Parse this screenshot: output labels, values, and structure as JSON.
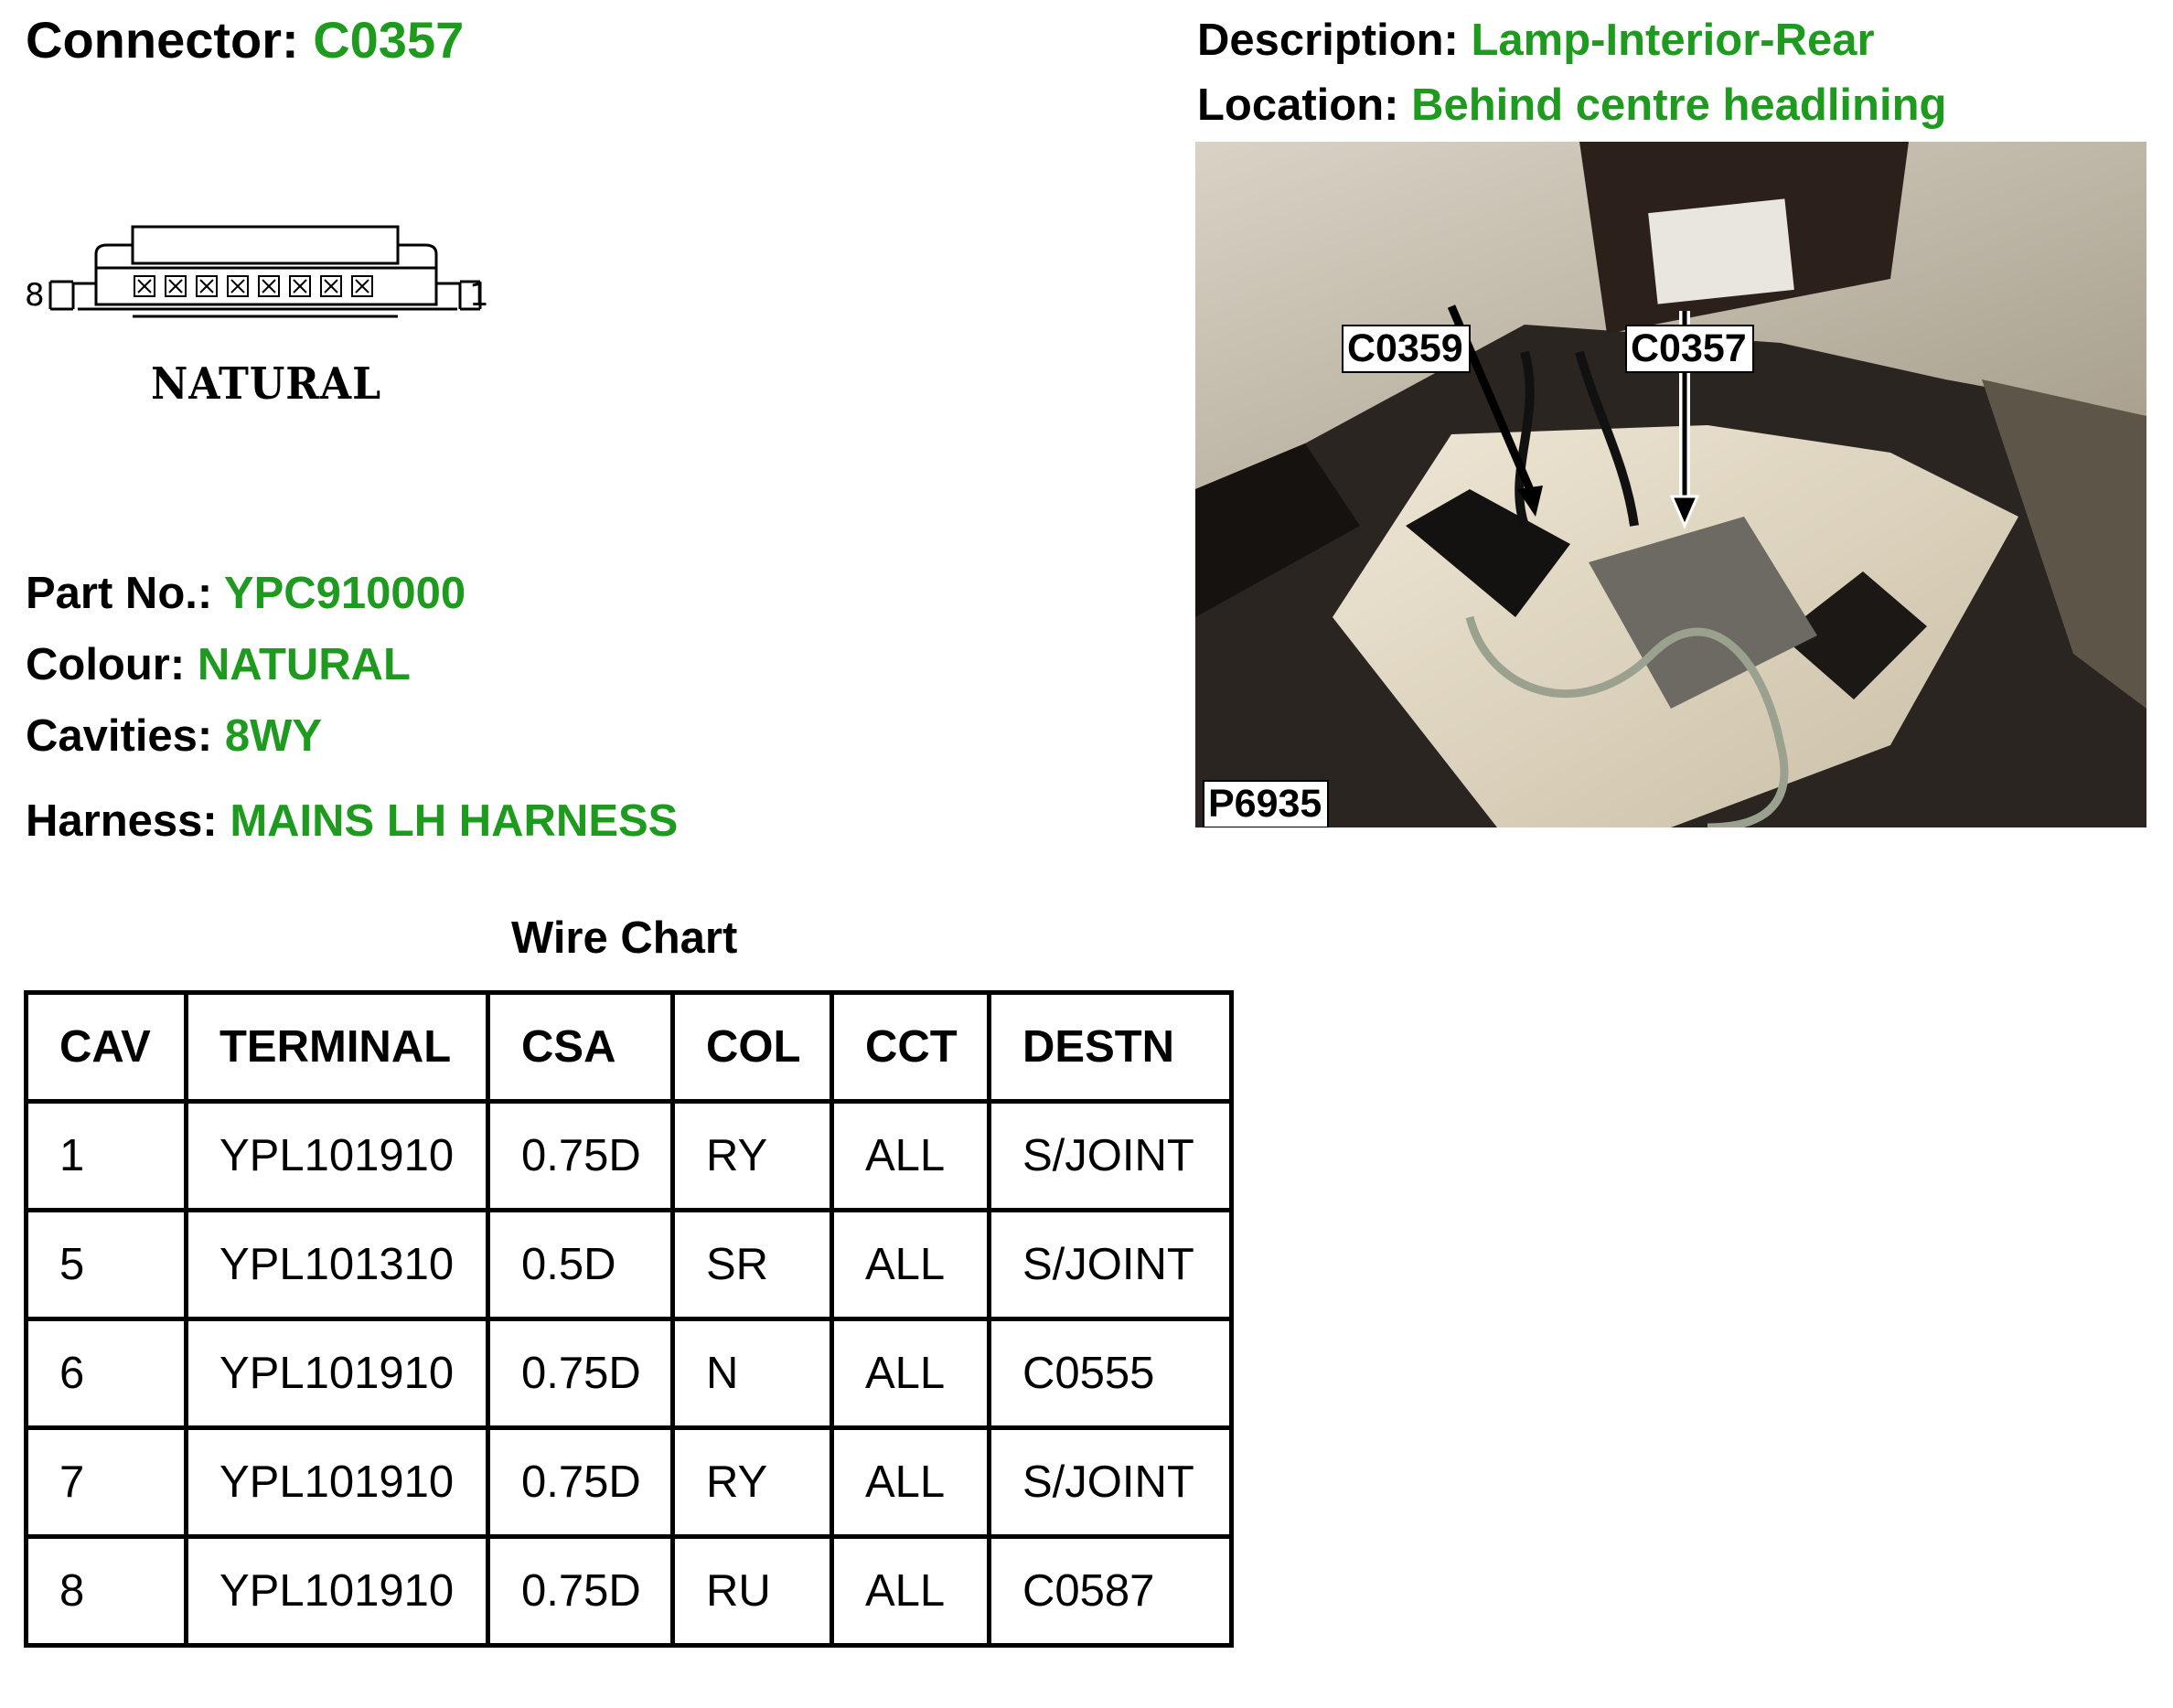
{
  "connector": {
    "label": "Connector:",
    "value": "C0357"
  },
  "description": {
    "label": "Description:",
    "value": "Lamp-Interior-Rear"
  },
  "location": {
    "label": "Location:",
    "value": "Behind centre headlining"
  },
  "diagram": {
    "pin_left": "8",
    "pin_right": "1",
    "colour_label": "NATURAL"
  },
  "photo": {
    "callout_1": "C0359",
    "callout_2": "C0357",
    "photo_ref": "P6935"
  },
  "part_no": {
    "label": "Part No.:",
    "value": "YPC910000"
  },
  "colour": {
    "label": "Colour:",
    "value": "NATURAL"
  },
  "cavities": {
    "label": "Cavities:",
    "value": "8WY"
  },
  "harness": {
    "label": "Harness:",
    "value": "MAINS LH HARNESS"
  },
  "wire_chart": {
    "title": "Wire Chart",
    "headers": [
      "CAV",
      "TERMINAL",
      "CSA",
      "COL",
      "CCT",
      "DESTN"
    ],
    "rows": [
      [
        "1",
        "YPL101910",
        "0.75D",
        "RY",
        "ALL",
        "S/JOINT"
      ],
      [
        "5",
        "YPL101310",
        "0.5D",
        "SR",
        "ALL",
        "S/JOINT"
      ],
      [
        "6",
        "YPL101910",
        "0.75D",
        "N",
        "ALL",
        "C0555"
      ],
      [
        "7",
        "YPL101910",
        "0.75D",
        "RY",
        "ALL",
        "S/JOINT"
      ],
      [
        "8",
        "YPL101910",
        "0.75D",
        "RU",
        "ALL",
        "C0587"
      ]
    ]
  },
  "colors": {
    "value_green": "#1e9a1e",
    "text": "#000000"
  }
}
